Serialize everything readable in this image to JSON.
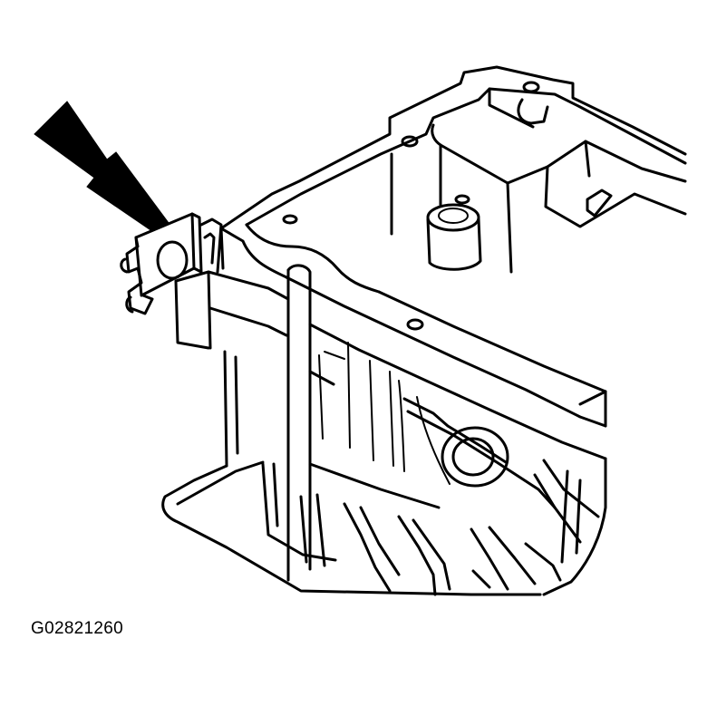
{
  "figure": {
    "code": "G02821260"
  },
  "colors": {
    "line": "#000000",
    "background": "#ffffff"
  },
  "parts": {
    "pointer": "arrow-icon",
    "target": "bracket-clip",
    "assembly": "oil-pan-housing"
  }
}
